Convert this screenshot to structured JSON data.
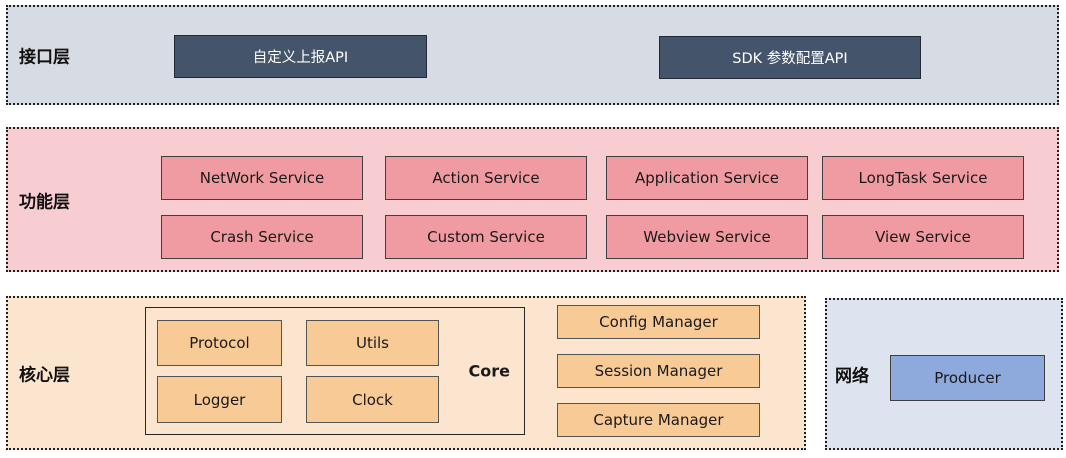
{
  "colors": {
    "interface_layer_bg": "#d7dce4",
    "api_box_bg": "#44546a",
    "api_box_border": "#222a35",
    "api_box_text": "#ffffff",
    "function_layer_bg": "#f8cdd2",
    "service_box_bg": "#f09ba1",
    "service_box_border": "#3f3f3f",
    "core_layer_bg": "#fce5cf",
    "core_box_bg": "#f8ca96",
    "core_box_border": "#545454",
    "network_layer_bg": "#dde4f0",
    "producer_box_bg": "#8ea9db",
    "producer_box_border": "#3f3f3f",
    "dotted_border": "#1f1f1f"
  },
  "layers": {
    "interface": {
      "label": "接口层",
      "boxes": [
        "自定义上报API",
        "SDK 参数配置API"
      ]
    },
    "function": {
      "label": "功能层",
      "rows": [
        [
          "NetWork Service",
          "Action Service",
          "Application Service",
          "LongTask Service"
        ],
        [
          "Crash Service",
          "Custom Service",
          "Webview Service",
          "View Service"
        ]
      ]
    },
    "core": {
      "label": "核心层",
      "core_group": {
        "label": "Core",
        "boxes": [
          "Protocol",
          "Utils",
          "Logger",
          "Clock"
        ]
      },
      "managers": [
        "Config Manager",
        "Session Manager",
        "Capture Manager"
      ]
    },
    "network": {
      "label": "网络",
      "boxes": [
        "Producer"
      ]
    }
  }
}
